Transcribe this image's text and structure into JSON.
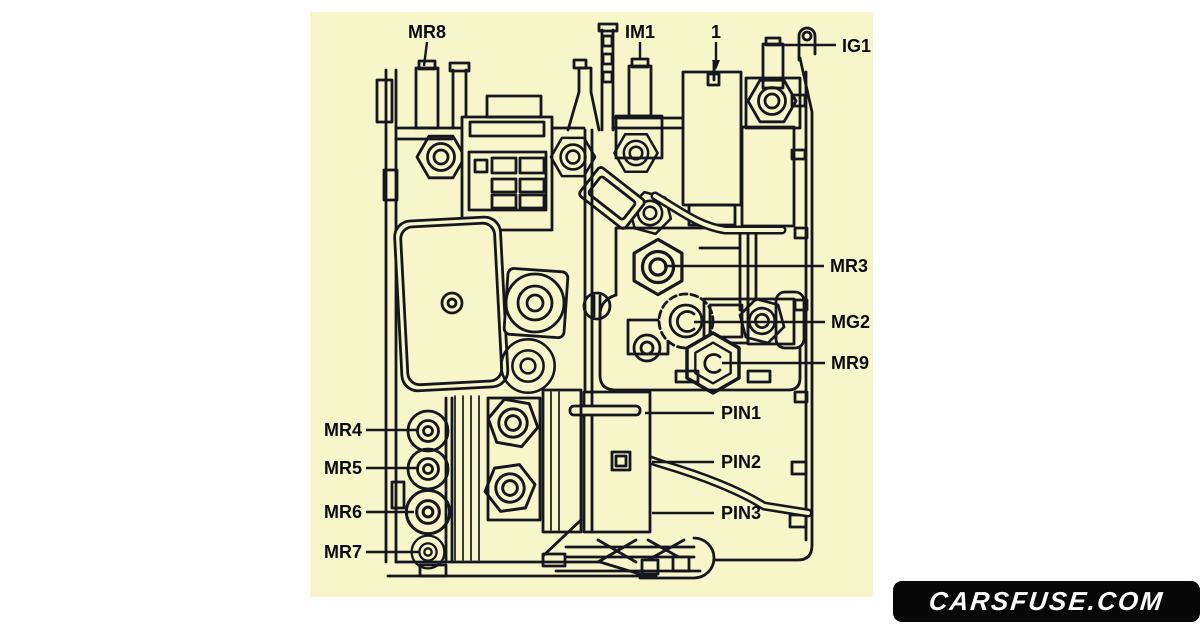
{
  "theme": {
    "canvas": "#ffffff",
    "paper": "#f6f6ca",
    "line": "#16161f",
    "ink": "#0b0b0f",
    "wm_bg": "#070707",
    "wm_fg": "#ffffff"
  },
  "diagram_type": "fuse-relay-box-line-drawing",
  "labels": [
    {
      "id": "MR8",
      "text": "MR8"
    },
    {
      "id": "IM1",
      "text": "IM1"
    },
    {
      "id": "1",
      "text": "1"
    },
    {
      "id": "IG1",
      "text": "IG1"
    },
    {
      "id": "MR3",
      "text": "MR3"
    },
    {
      "id": "MG2",
      "text": "MG2"
    },
    {
      "id": "MR9",
      "text": "MR9"
    },
    {
      "id": "PIN1",
      "text": "PIN1"
    },
    {
      "id": "PIN2",
      "text": "PIN2"
    },
    {
      "id": "PIN3",
      "text": "PIN3"
    },
    {
      "id": "MR4",
      "text": "MR4"
    },
    {
      "id": "MR5",
      "text": "MR5"
    },
    {
      "id": "MR6",
      "text": "MR6"
    },
    {
      "id": "MR7",
      "text": "MR7"
    }
  ],
  "watermark": {
    "text": "CARSFUSE.COM"
  }
}
